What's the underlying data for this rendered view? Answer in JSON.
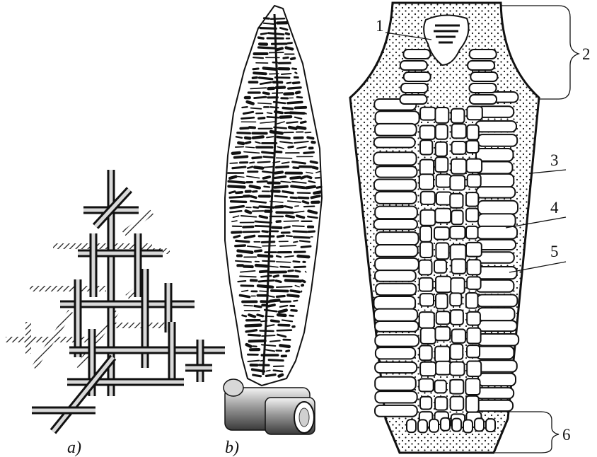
{
  "figure": {
    "captions": {
      "a": "a)",
      "b": "b)"
    },
    "labels": [
      "1",
      "2",
      "3",
      "4",
      "5",
      "6"
    ]
  }
}
